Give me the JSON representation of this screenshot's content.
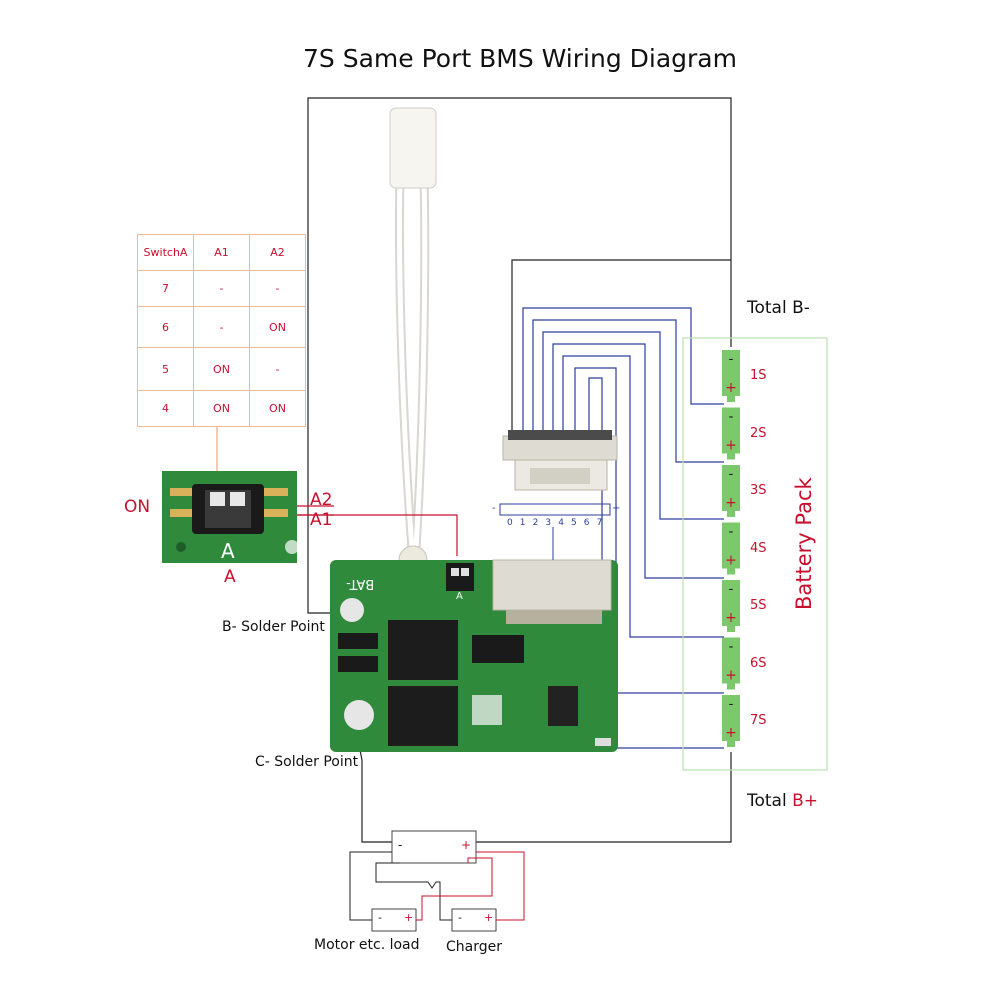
{
  "title": "7S Same Port BMS Wiring Diagram",
  "switch_table": {
    "headers": [
      "SwitchA",
      "A1",
      "A2"
    ],
    "rows": [
      [
        "7",
        "-",
        "-"
      ],
      [
        "6",
        "-",
        "ON"
      ],
      [
        "5",
        "ON",
        "-"
      ],
      [
        "4",
        "ON",
        "ON"
      ]
    ]
  },
  "dip_switch": {
    "on_label": "ON",
    "a2_label": "A2",
    "a1_label": "A1",
    "letter": "A",
    "caption": "A"
  },
  "pcb": {
    "bat_label": "BAT-",
    "connector_label": "A",
    "b_solder": "B- Solder Point",
    "c_solder": "C- Solder Point"
  },
  "connector_pins": {
    "minus": "-",
    "plus": "+",
    "numbers": [
      "0",
      "1",
      "2",
      "3",
      "4",
      "5",
      "6",
      "7"
    ]
  },
  "battery": {
    "total_minus": "Total B-",
    "total_plus_prefix": "Total",
    "total_plus_suffix": "B+",
    "pack_label": "Battery Pack",
    "cell_minus": "-",
    "cell_plus": "+",
    "cells": [
      "1S",
      "2S",
      "3S",
      "4S",
      "5S",
      "6S",
      "7S"
    ]
  },
  "output": {
    "bus_minus": "-",
    "bus_plus": "+",
    "load_label": "Motor etc. load",
    "charger_label": "Charger",
    "load_minus": "-",
    "load_plus": "+",
    "charger_minus": "-",
    "charger_plus": "+"
  },
  "colors": {
    "wire_black": "#222222",
    "wire_blue": "#2c3e9e",
    "wire_red": "#c8102e",
    "pcb_green": "#2f8a3c",
    "cell_green": "#7cc96b",
    "pack_border": "#b9e0b0",
    "table_border": "#f0b89a"
  }
}
